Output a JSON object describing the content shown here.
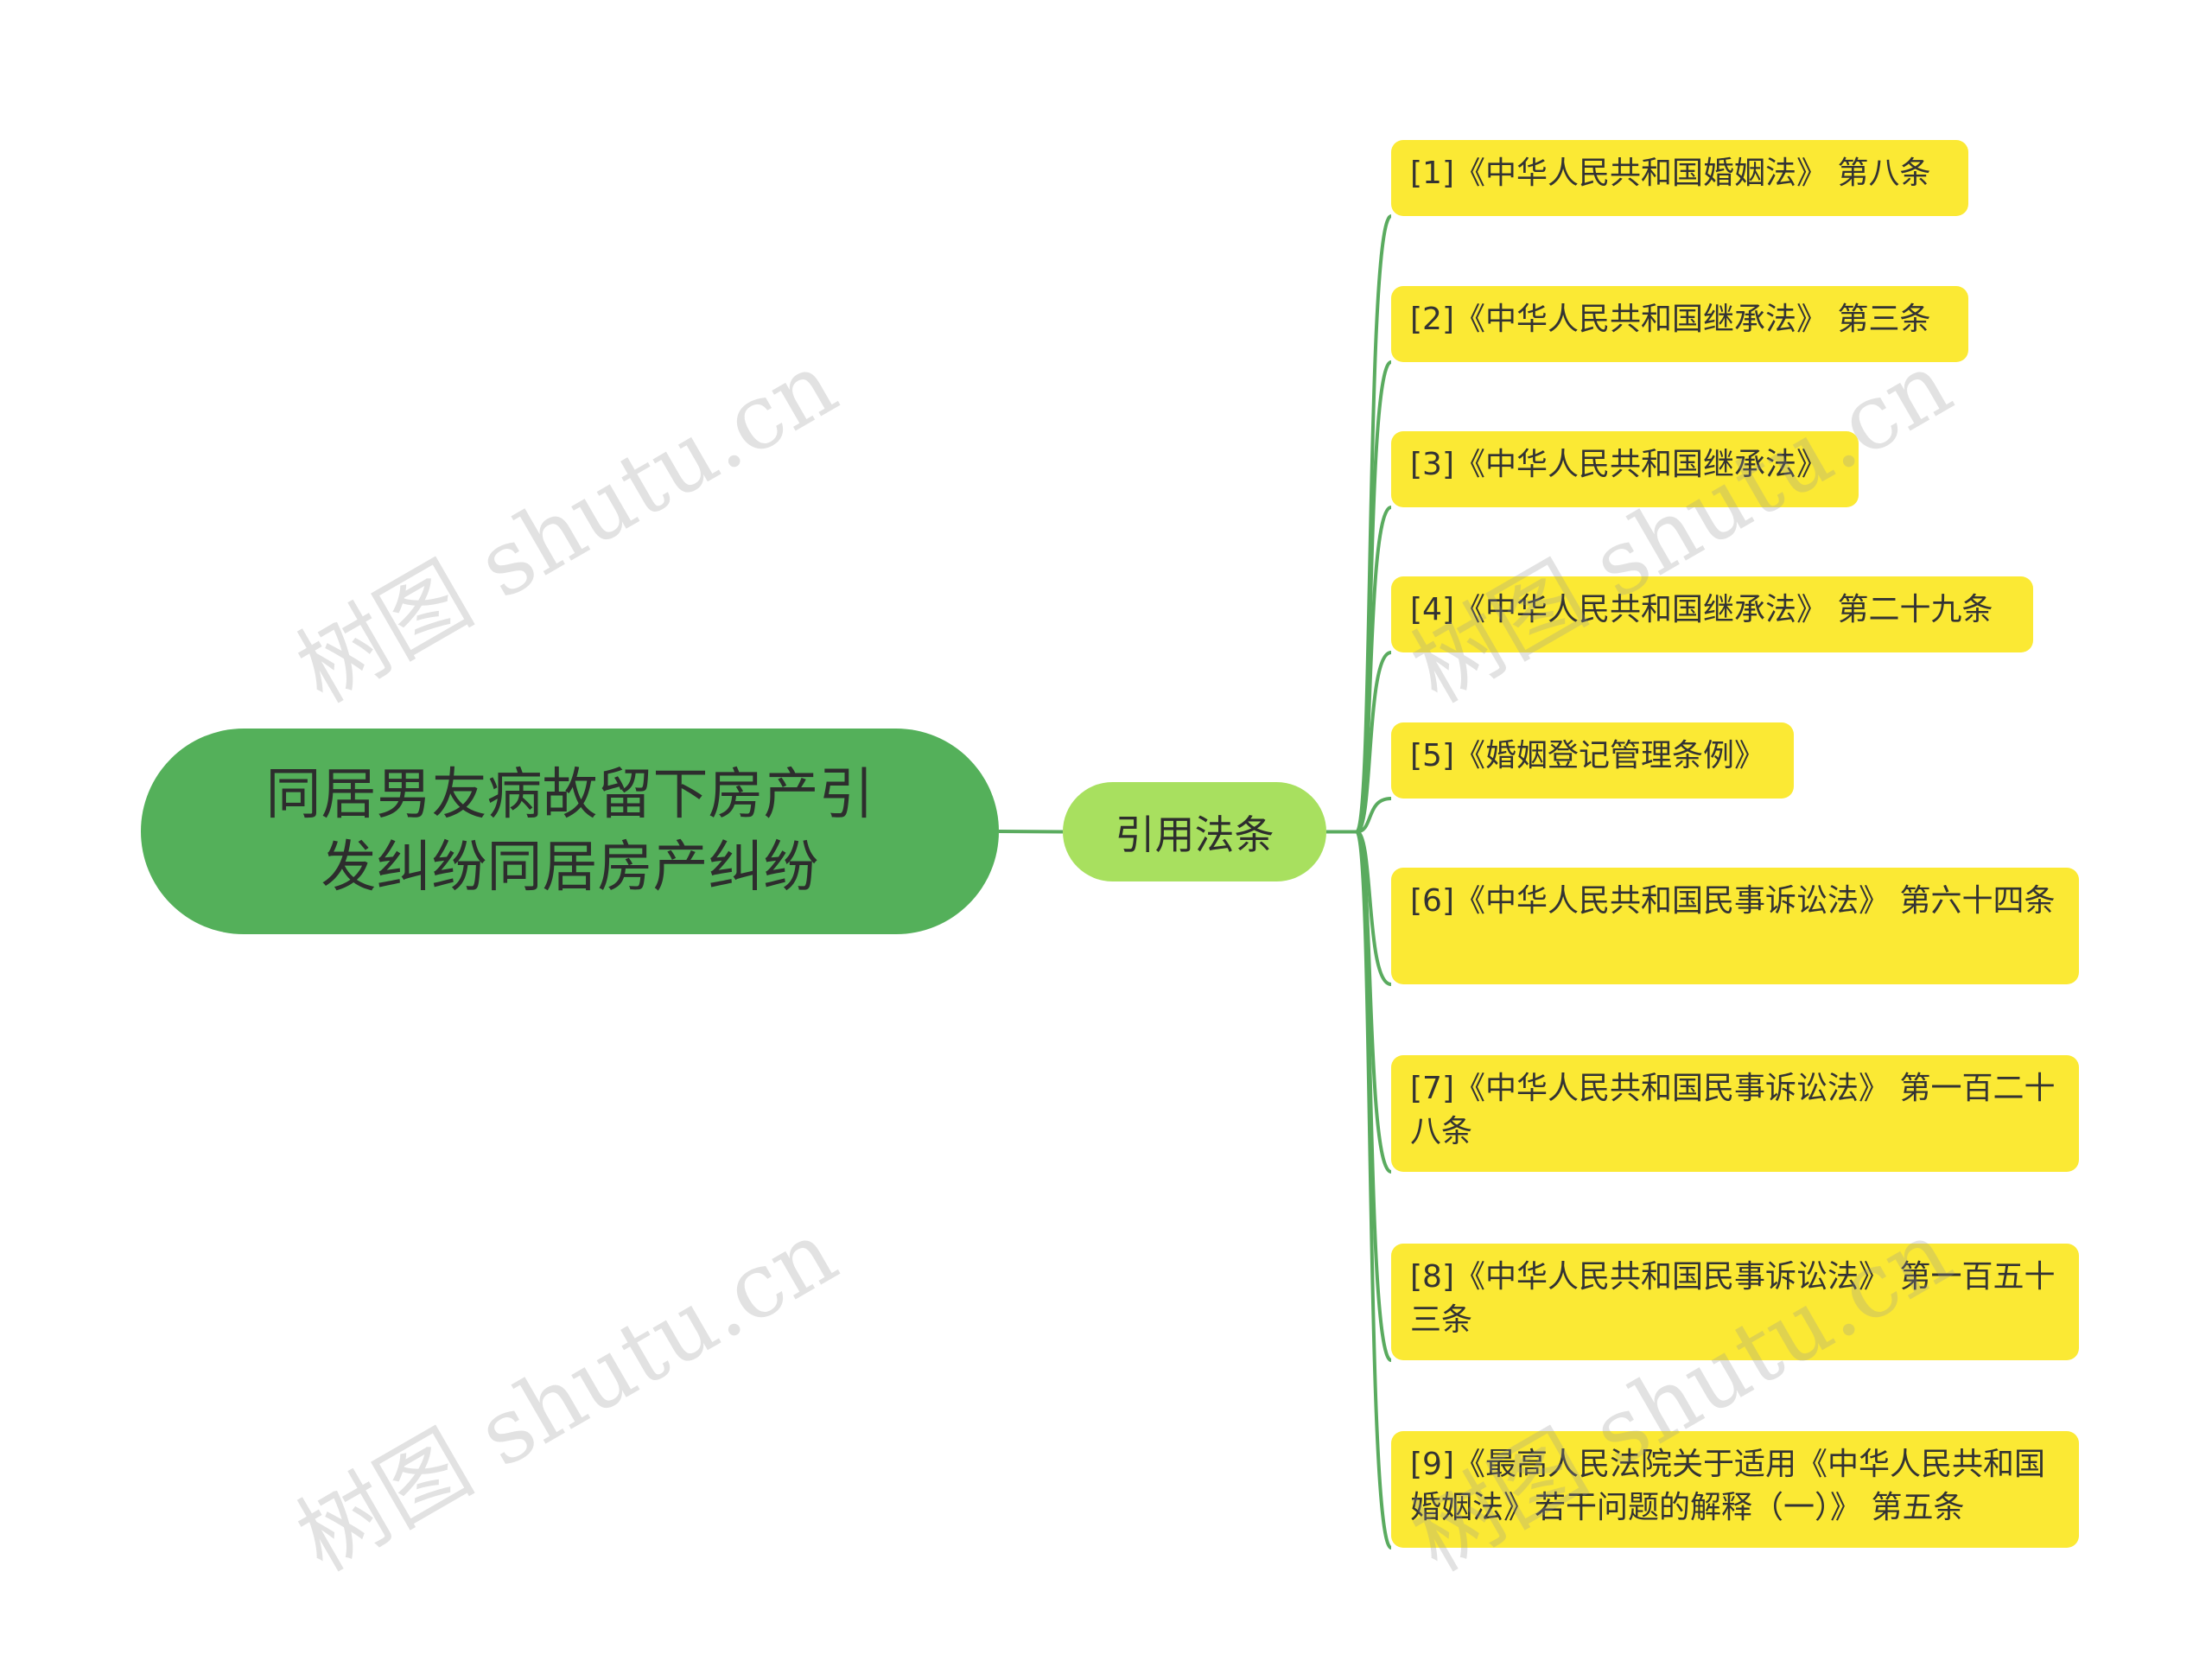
{
  "colors": {
    "root_fill": "#54b05a",
    "mid_fill": "#a8e05f",
    "leaf_fill": "#fbe934",
    "connector": "#5aab5f"
  },
  "root": {
    "label": "同居男友病故留下房产引发纠纷同居房产纠纷"
  },
  "branch": {
    "label": "引用法条"
  },
  "leaves": [
    {
      "label": "[1]《中华人民共和国婚姻法》 第八条"
    },
    {
      "label": "[2]《中华人民共和国继承法》 第三条"
    },
    {
      "label": "[3]《中华人民共和国继承法》"
    },
    {
      "label": "[4]《中华人民共和国继承法》 第二十九条"
    },
    {
      "label": "[5]《婚姻登记管理条例》"
    },
    {
      "label": "[6]《中华人民共和国民事诉讼法》 第六十四条"
    },
    {
      "label": "[7]《中华人民共和国民事诉讼法》 第一百二十八条"
    },
    {
      "label": "[8]《中华人民共和国民事诉讼法》 第一百五十三条"
    },
    {
      "label": "[9]《最高人民法院关于适用《中华人民共和国婚姻法》若干问题的解释（一）》 第五条"
    }
  ],
  "watermarks": [
    {
      "text": "树图 shutu.cn"
    },
    {
      "text": "树图 shutu.cn"
    },
    {
      "text": "树图 shutu.cn"
    },
    {
      "text": "树图 shutu.cn"
    }
  ]
}
